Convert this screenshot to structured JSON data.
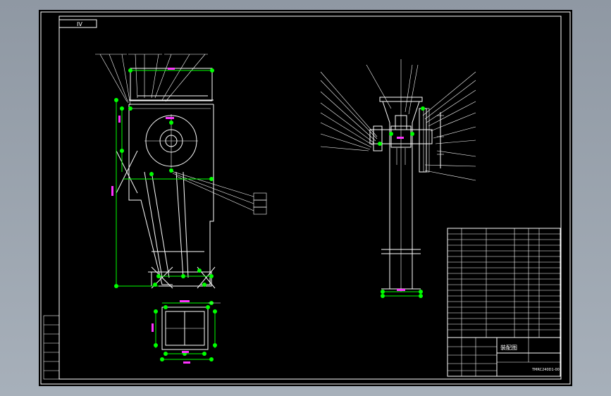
{
  "title_block": {
    "drawing_name": "装配图",
    "drawing_number": "TMRC240D1-00"
  },
  "view_label": "IV",
  "colors": {
    "background": "#000000",
    "lines": "#ffffff",
    "dimensions": "#00ff00",
    "dimension_text": "#ff33ff"
  }
}
